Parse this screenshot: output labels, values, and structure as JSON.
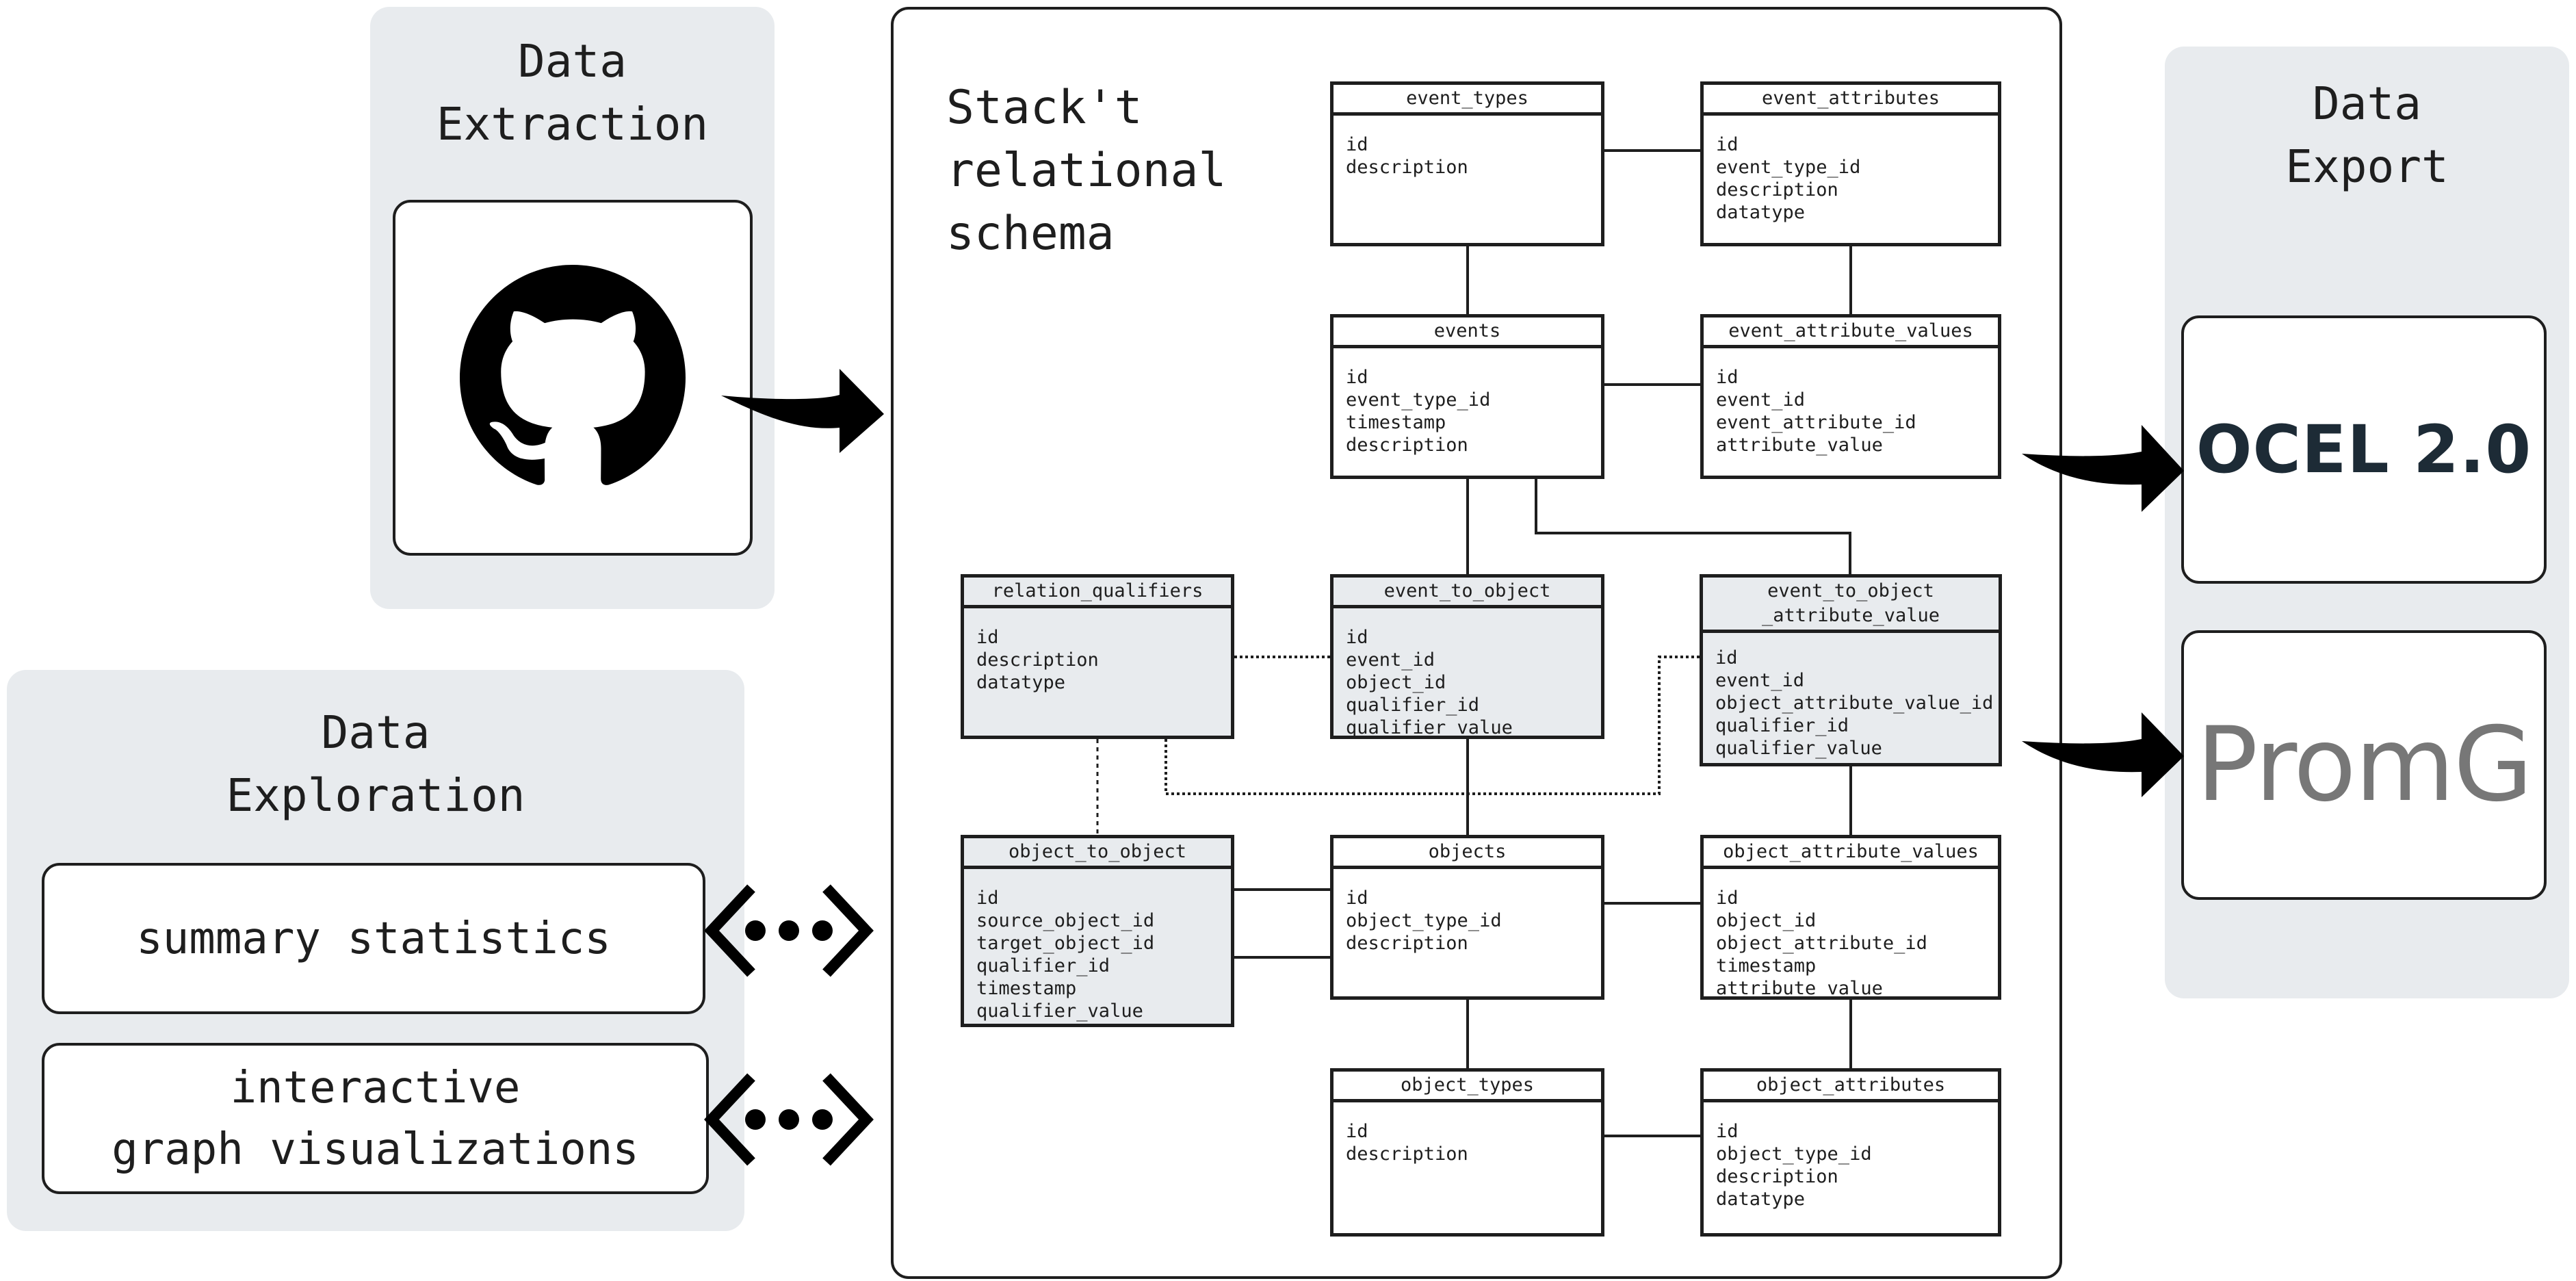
{
  "extraction": {
    "title": "Data\nExtraction",
    "source_icon": "github-icon"
  },
  "exploration": {
    "title": "Data\nExploration",
    "items": [
      {
        "label": "summary statistics",
        "icon": "code-bidirectional-icon"
      },
      {
        "label": "interactive\ngraph visualizations",
        "icon": "code-bidirectional-icon"
      }
    ]
  },
  "schema": {
    "title": "Stack't\nrelational\nschema",
    "tables": {
      "event_types": {
        "name": "event_types",
        "columns": [
          "id",
          "description"
        ]
      },
      "event_attributes": {
        "name": "event_attributes",
        "columns": [
          "id",
          "event_type_id",
          "description",
          "datatype"
        ]
      },
      "events": {
        "name": "events",
        "columns": [
          "id",
          "event_type_id",
          "timestamp",
          "description"
        ]
      },
      "event_attribute_values": {
        "name": "event_attribute_values",
        "columns": [
          "id",
          "event_id",
          "event_attribute_id",
          "attribute_value"
        ]
      },
      "relation_qualifiers": {
        "name": "relation_qualifiers",
        "columns": [
          "id",
          "description",
          "datatype"
        ]
      },
      "event_to_object": {
        "name": "event_to_object",
        "columns": [
          "id",
          "event_id",
          "object_id",
          "qualifier_id",
          "qualifier_value"
        ]
      },
      "event_to_object_attribute_value": {
        "name": "event_to_object\n_attribute_value",
        "columns": [
          "id",
          "event_id",
          "object_attribute_value_id",
          "qualifier_id",
          "qualifier_value"
        ]
      },
      "object_to_object": {
        "name": "object_to_object",
        "columns": [
          "id",
          "source_object_id",
          "target_object_id",
          "qualifier_id",
          "timestamp",
          "qualifier_value"
        ]
      },
      "objects": {
        "name": "objects",
        "columns": [
          "id",
          "object_type_id",
          "description"
        ]
      },
      "object_attribute_values": {
        "name": "object_attribute_values",
        "columns": [
          "id",
          "object_id",
          "object_attribute_id",
          "timestamp",
          "attribute_value"
        ]
      },
      "object_types": {
        "name": "object_types",
        "columns": [
          "id",
          "description"
        ]
      },
      "object_attributes": {
        "name": "object_attributes",
        "columns": [
          "id",
          "object_type_id",
          "description",
          "datatype"
        ]
      }
    }
  },
  "export": {
    "title": "Data\nExport",
    "targets": [
      {
        "label": "OCEL 2.0",
        "color": "#1d2b36"
      },
      {
        "label": "PromG",
        "color": "#777777"
      }
    ]
  },
  "colors": {
    "panel_bg": "#e8ebee",
    "stroke": "#1e1e1e",
    "highlight_table_bg": "#e8ebee"
  }
}
